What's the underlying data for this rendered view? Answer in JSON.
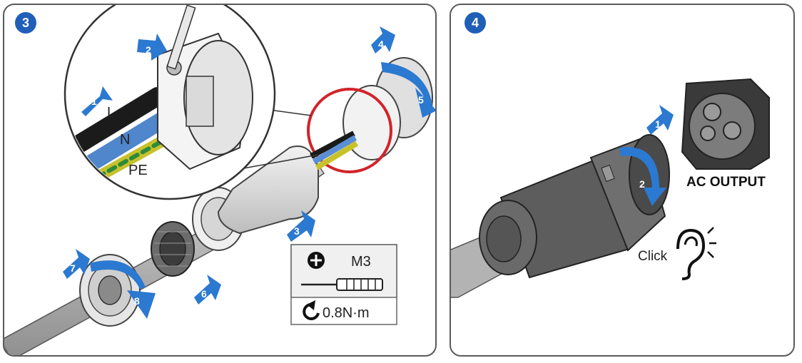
{
  "steps": {
    "panel_left": "3",
    "panel_right": "4"
  },
  "wires": {
    "live": "L",
    "neutral": "N",
    "earth": "PE"
  },
  "arrows_left": [
    "1",
    "2",
    "3",
    "4",
    "5",
    "6",
    "7",
    "8"
  ],
  "tool": {
    "bit": "M3",
    "torque": "0.8N·m"
  },
  "arrows_right": [
    "1",
    "2"
  ],
  "port_label": "AC OUTPUT",
  "click_label": "Click",
  "colors": {
    "step_badge": "#1f5fb7",
    "arrow_blue": "#2b79d0",
    "highlight": "#d2232a",
    "cable_gray": "#b9b9b9"
  }
}
